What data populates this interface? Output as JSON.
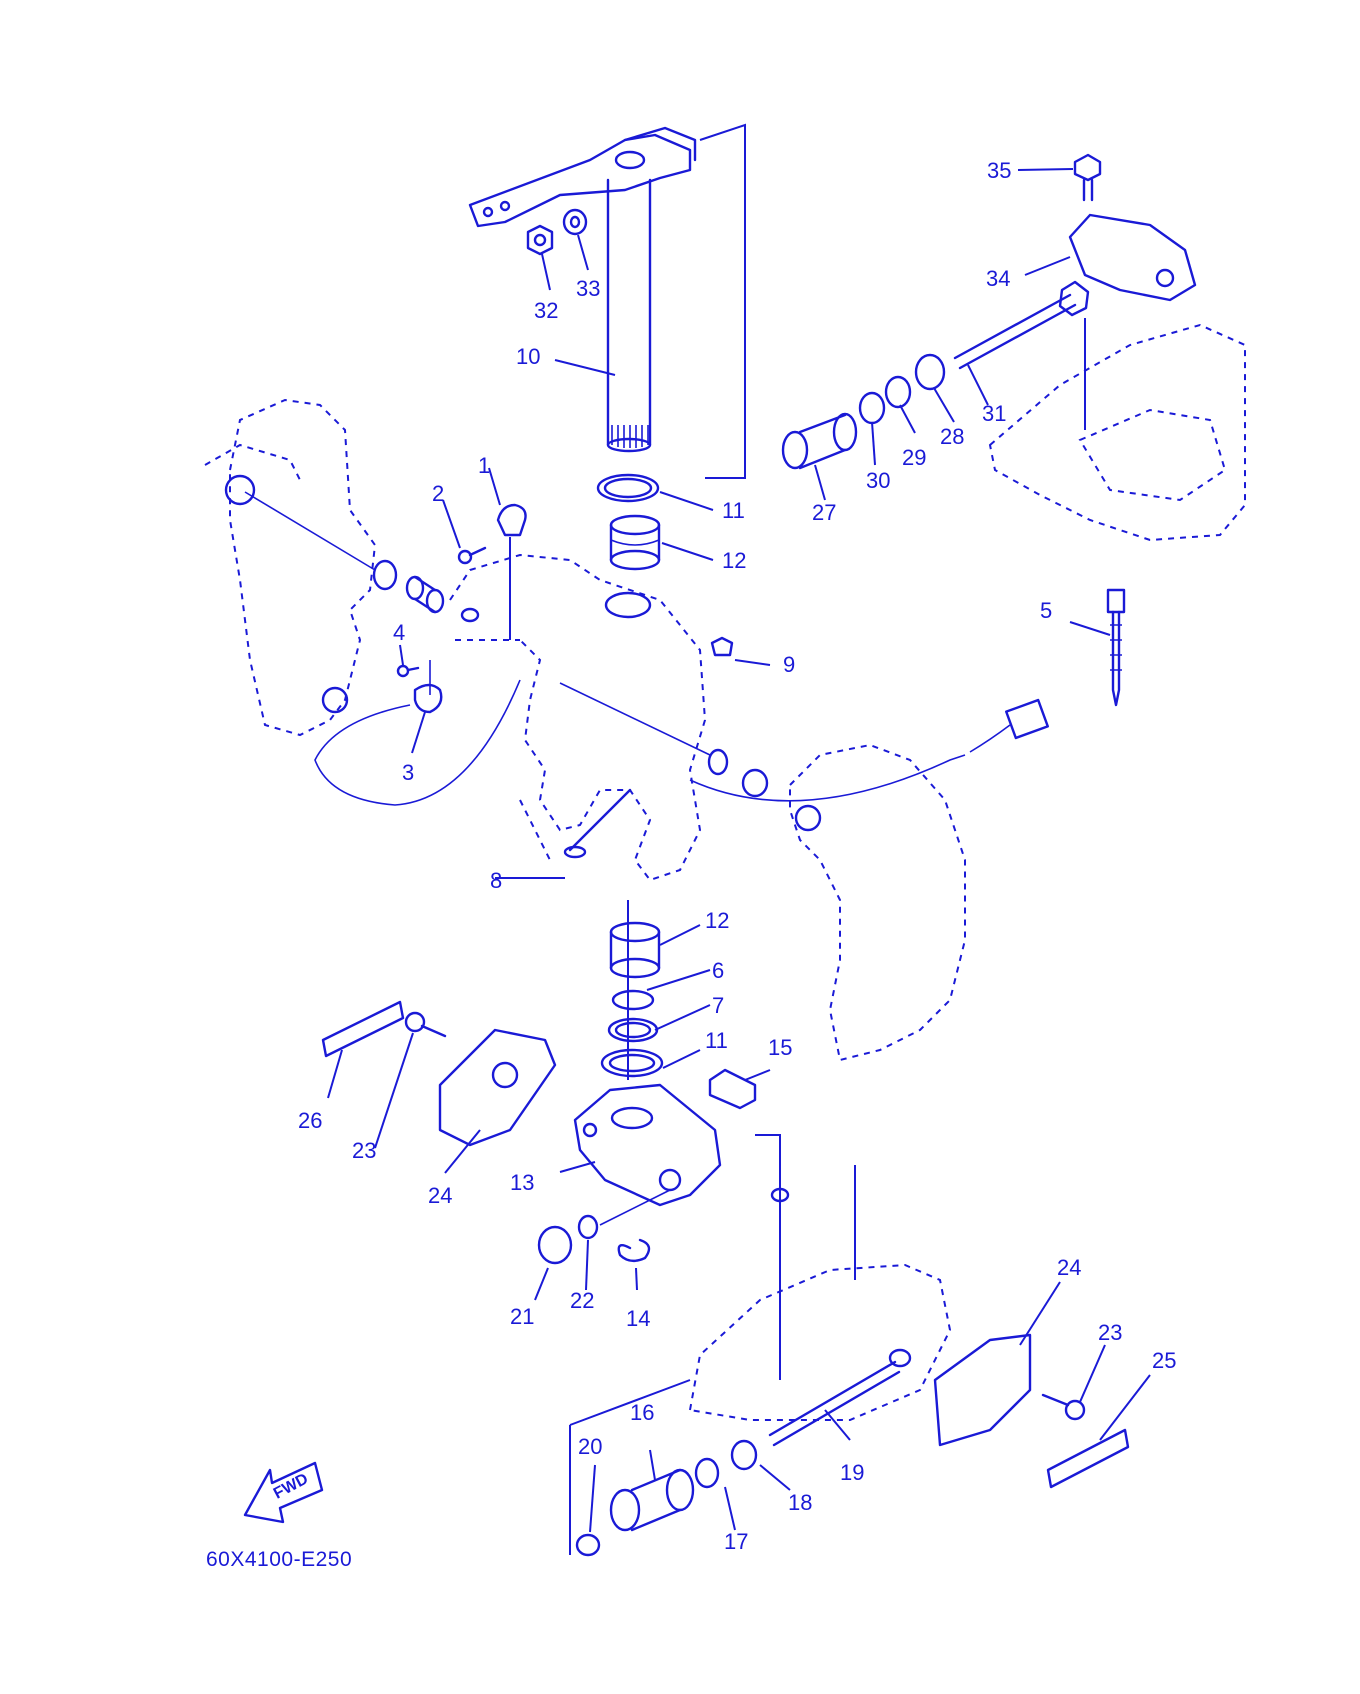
{
  "diagram": {
    "drawing_code": "60X4100-E250",
    "direction_marker": "FWD",
    "line_color": "#1a1ad6",
    "background": "#ffffff"
  },
  "callouts": [
    {
      "id": "c1",
      "text": "1"
    },
    {
      "id": "c2",
      "text": "2"
    },
    {
      "id": "c3",
      "text": "3"
    },
    {
      "id": "c4",
      "text": "4"
    },
    {
      "id": "c5",
      "text": "5"
    },
    {
      "id": "c6",
      "text": "6"
    },
    {
      "id": "c7",
      "text": "7"
    },
    {
      "id": "c8",
      "text": "8"
    },
    {
      "id": "c9",
      "text": "9"
    },
    {
      "id": "c10",
      "text": "10"
    },
    {
      "id": "c11a",
      "text": "11"
    },
    {
      "id": "c11b",
      "text": "11"
    },
    {
      "id": "c12a",
      "text": "12"
    },
    {
      "id": "c12b",
      "text": "12"
    },
    {
      "id": "c13",
      "text": "13"
    },
    {
      "id": "c14",
      "text": "14"
    },
    {
      "id": "c15",
      "text": "15"
    },
    {
      "id": "c16",
      "text": "16"
    },
    {
      "id": "c17",
      "text": "17"
    },
    {
      "id": "c18",
      "text": "18"
    },
    {
      "id": "c19",
      "text": "19"
    },
    {
      "id": "c20",
      "text": "20"
    },
    {
      "id": "c21",
      "text": "21"
    },
    {
      "id": "c22",
      "text": "22"
    },
    {
      "id": "c23a",
      "text": "23"
    },
    {
      "id": "c23b",
      "text": "23"
    },
    {
      "id": "c24a",
      "text": "24"
    },
    {
      "id": "c24b",
      "text": "24"
    },
    {
      "id": "c25",
      "text": "25"
    },
    {
      "id": "c26",
      "text": "26"
    },
    {
      "id": "c27",
      "text": "27"
    },
    {
      "id": "c28",
      "text": "28"
    },
    {
      "id": "c29",
      "text": "29"
    },
    {
      "id": "c30",
      "text": "30"
    },
    {
      "id": "c31",
      "text": "31"
    },
    {
      "id": "c32",
      "text": "32"
    },
    {
      "id": "c33",
      "text": "33"
    },
    {
      "id": "c34",
      "text": "34"
    },
    {
      "id": "c35",
      "text": "35"
    }
  ]
}
